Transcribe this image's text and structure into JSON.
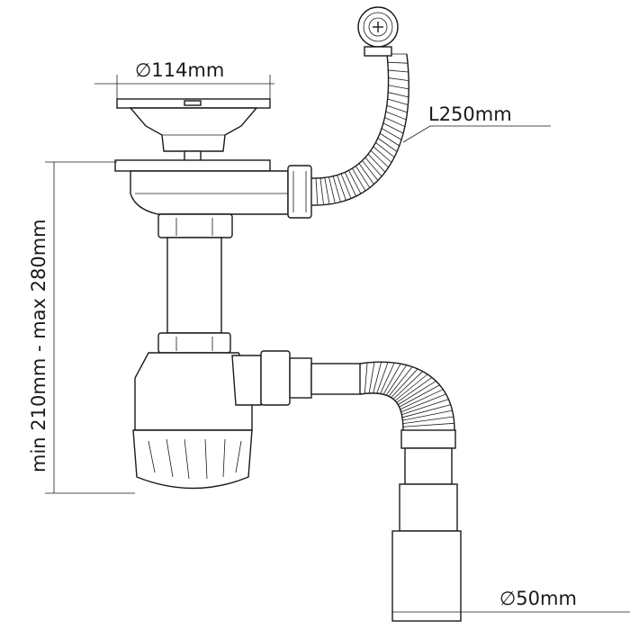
{
  "dimensions": {
    "strainer_diameter": "∅114mm",
    "hose_length": "L250mm",
    "height_range": "min 210mm - max 280mm",
    "outlet_diameter": "∅50mm"
  },
  "colors": {
    "line": "#1a1a1a",
    "background": "#ffffff"
  }
}
